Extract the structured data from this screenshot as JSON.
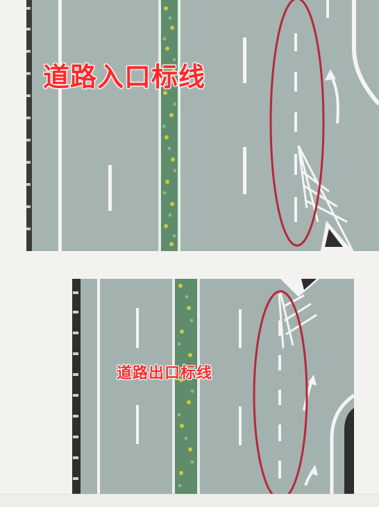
{
  "panels": [
    {
      "id": "entry",
      "caption": "道路入口标线"
    },
    {
      "id": "exit",
      "caption": "道路出口标线"
    }
  ],
  "colors": {
    "road": "#a3b2ae",
    "lane_line": "#ffffff",
    "highlight_ellipse": "#b5283c",
    "caption": "#ff2a2a",
    "median": "#5f8c6a",
    "curb": "#2e2e2e"
  }
}
